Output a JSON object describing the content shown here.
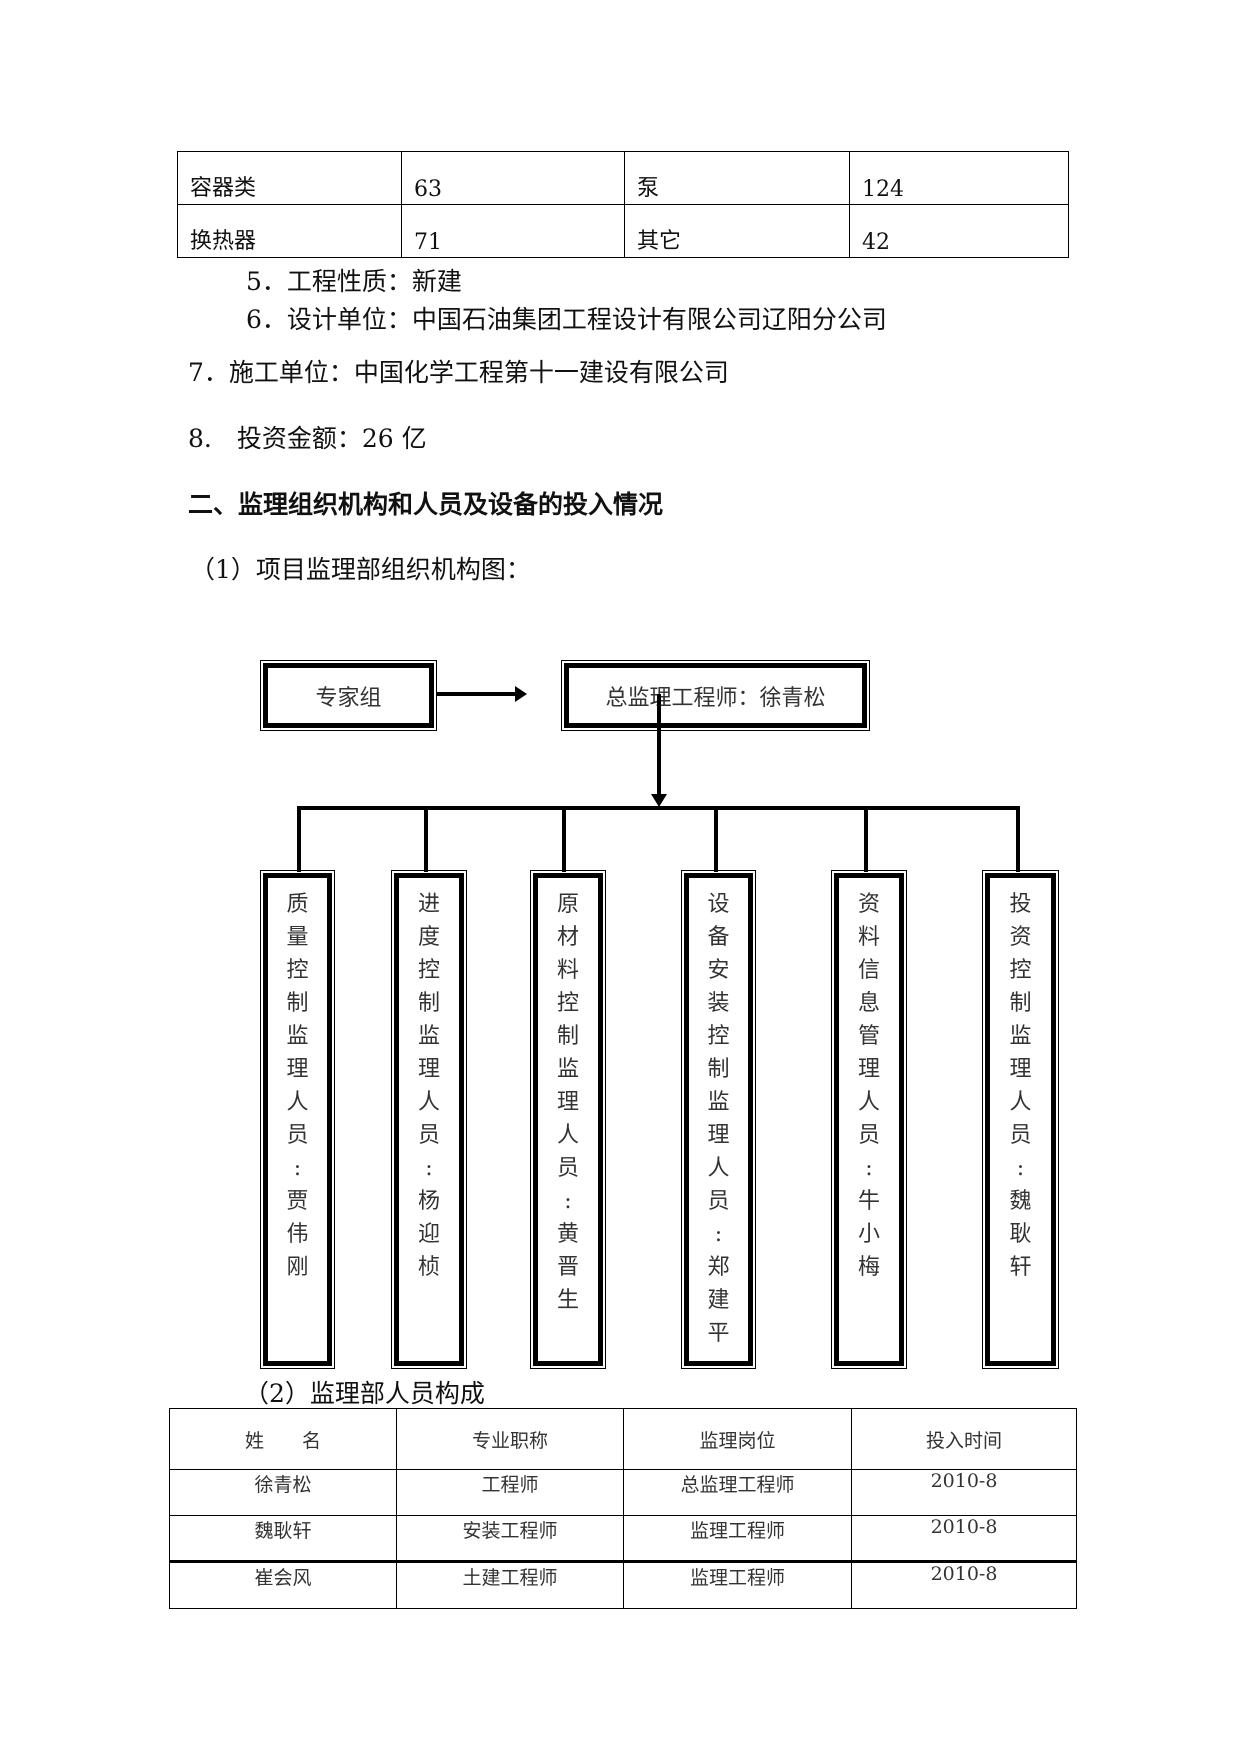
{
  "equipment_table": {
    "rows": [
      [
        "容器类",
        "63",
        "泵",
        "124"
      ],
      [
        "换热器",
        "71",
        "其它",
        "42"
      ]
    ]
  },
  "items": {
    "item5": "5．工程性质：新建",
    "item6": "6．设计单位：中国石油集团工程设计有限公司辽阳分公司",
    "item7": "7．施工单位：中国化学工程第十一建设有限公司",
    "item8": "8.　投资金额：26 亿"
  },
  "section_heading": "二、监理组织机构和人员及设备的投入情况",
  "sub1": "（1）项目监理部组织机构图：",
  "org": {
    "expert": "专家组",
    "chief": "总监理工程师：徐青松",
    "departments": [
      "质量控制监理人员：贾伟刚",
      "进度控制监理人员：杨迎桢",
      "原材料控制监理人员：黄晋生",
      "设备安装控制监理人员：郑建平",
      "资料信息管理人员：牛小梅",
      "投资控制监理人员：魏耿轩"
    ]
  },
  "sub2": "（2）监理部人员构成",
  "staff_table": {
    "headers": [
      "姓　　名",
      "专业职称",
      "监理岗位",
      "投入时间"
    ],
    "rows": [
      [
        "徐青松",
        "工程师",
        "总监理工程师",
        "2010-8"
      ],
      [
        "魏耿轩",
        "安装工程师",
        "监理工程师",
        "2010-8"
      ],
      [
        "崔会风",
        "土建工程师",
        "监理工程师",
        "2010-8"
      ]
    ]
  }
}
